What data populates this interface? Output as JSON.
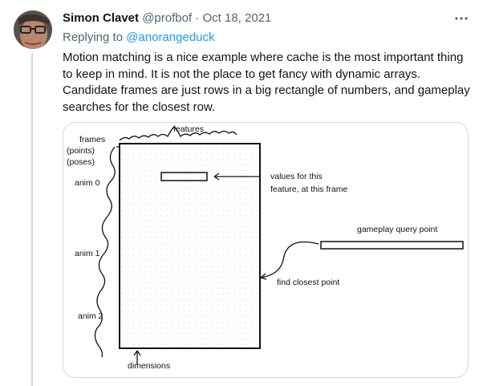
{
  "tweet": {
    "author_name": "Simon Clavet",
    "handle": "@profbof",
    "separator": "·",
    "date": "Oct 18, 2021",
    "more_icon": "more-horizontal-icon",
    "replying_prefix": "Replying to",
    "replying_to": "@anorangeduck",
    "text": "Motion matching is a nice example where cache is the most important thing to keep in mind. It is not the place to get fancy with dynamic arrays. Candidate frames are just rows in a big rectangle of numbers, and gameplay searches for the closest row."
  },
  "diagram": {
    "features": "features",
    "frames": "frames",
    "points": "(points)",
    "poses": "(poses)",
    "anim0": "anim 0",
    "anim1": "anim 1",
    "anim2": "anim 2",
    "values_line1": "values for this",
    "values_line2": "feature, at this frame",
    "query": "gameplay query point",
    "closest": "find closest point",
    "dimensions": "dimensions"
  },
  "colors": {
    "link": "#1d9bf0",
    "secondary_text": "#536471",
    "thread_line": "#cfd9de"
  }
}
